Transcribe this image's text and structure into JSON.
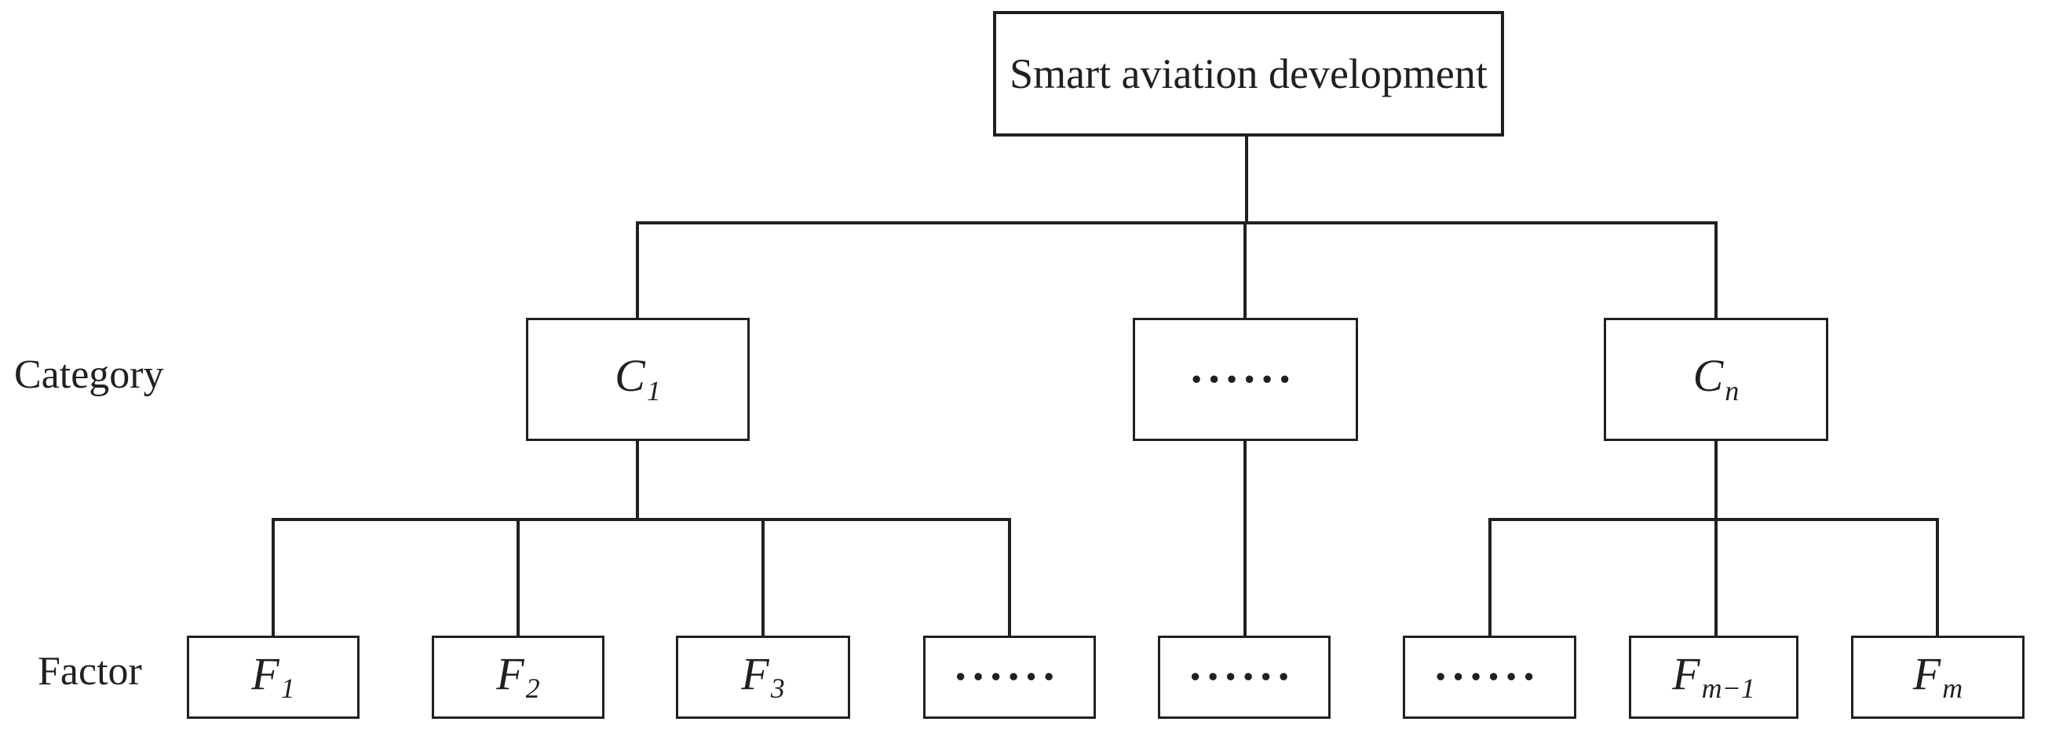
{
  "diagram": {
    "background": "#ffffff",
    "line_color": "#231f20",
    "root": {
      "label": "Smart aviation development"
    },
    "row_labels": {
      "category": "Category",
      "factor": "Factor"
    },
    "categories": [
      {
        "main": "C",
        "sub": "1"
      },
      {
        "dots": "......"
      },
      {
        "main": "C",
        "sub": "n"
      }
    ],
    "factors": [
      {
        "main": "F",
        "sub": "1"
      },
      {
        "main": "F",
        "sub": "2"
      },
      {
        "main": "F",
        "sub": "3"
      },
      {
        "dots": "......"
      },
      {
        "dots": "......"
      },
      {
        "dots": "......"
      },
      {
        "main": "F",
        "sub": "m−1"
      },
      {
        "main": "F",
        "sub": "m"
      }
    ]
  }
}
